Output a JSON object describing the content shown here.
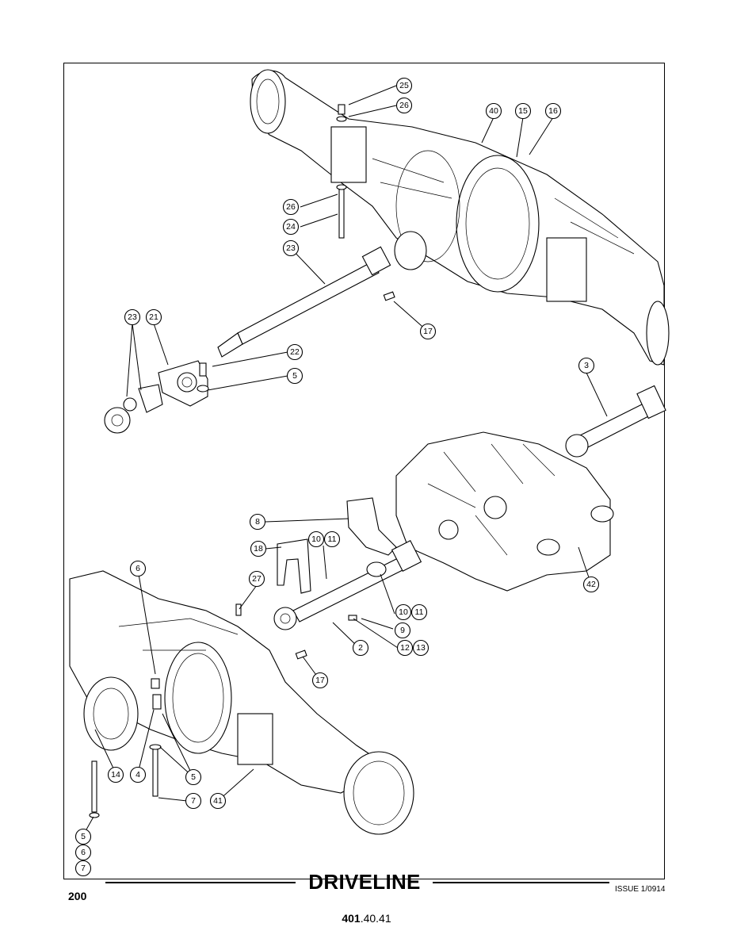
{
  "section_title": "DRIVELINE",
  "page_number": "200",
  "issue": "ISSUE 1/0914",
  "ref_code": {
    "bold": "401",
    "rest": ".40.41"
  },
  "callouts": [
    "25",
    "26",
    "40",
    "15",
    "16",
    "26",
    "24",
    "23",
    "17",
    "23",
    "21",
    "22",
    "5",
    "3",
    "8",
    "10",
    "11",
    "18",
    "6",
    "27",
    "10",
    "11",
    "9",
    "2",
    "12",
    "13",
    "17",
    "42",
    "14",
    "4",
    "5",
    "7",
    "41",
    "5",
    "6",
    "7"
  ]
}
